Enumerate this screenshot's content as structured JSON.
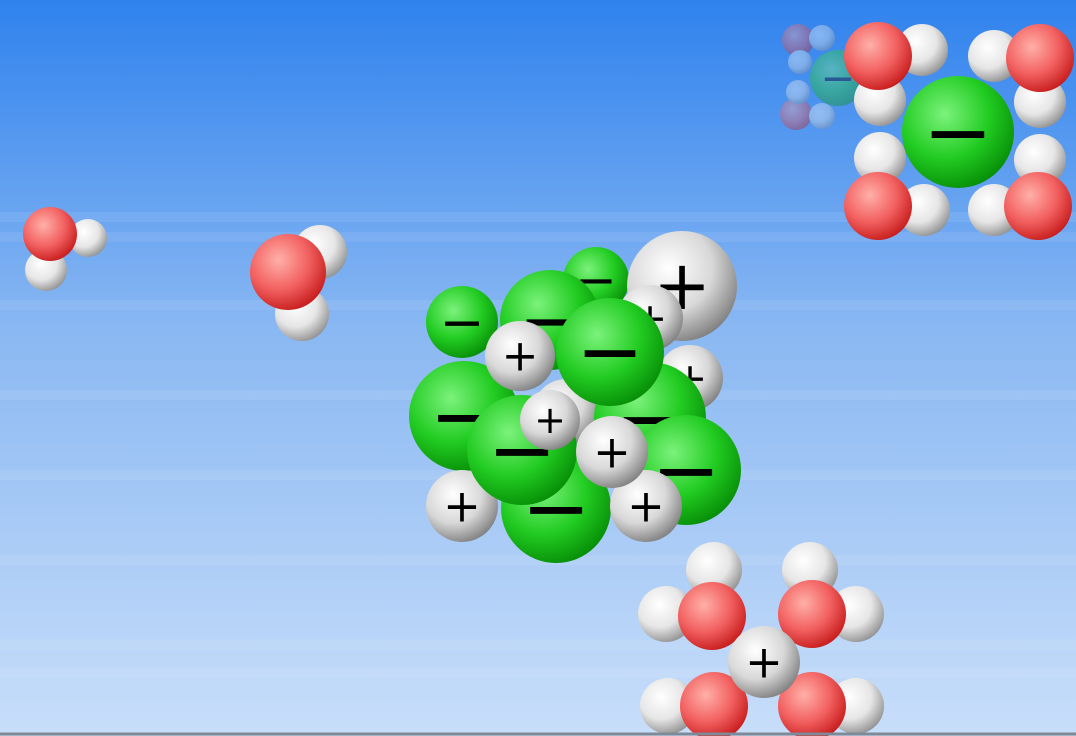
{
  "colors": {
    "sky_top": "#2f82ee",
    "sky_mid": "#8ab8f2",
    "sky_bottom": "#c8defa",
    "frame_border": "#7f8a96",
    "chloride": "#22cc22",
    "chloride_dark": "#058a05",
    "sodium": "#d8d8d8",
    "sodium_dark": "#7a7a7a",
    "oxygen": "#f26060",
    "oxygen_dark": "#c41818",
    "hydrogen": "#e6e6e6",
    "hydrogen_dark": "#8c8c8c",
    "sign": "#000000"
  },
  "symbols": {
    "chloride_sign": "−",
    "sodium_sign": "+"
  },
  "scene": {
    "crystal_ions": [
      {
        "kind": "cl",
        "name": "crystal-chloride-ion"
      },
      {
        "kind": "na",
        "name": "crystal-sodium-ion"
      },
      {
        "kind": "na",
        "name": "crystal-sodium-ion"
      },
      {
        "kind": "cl",
        "name": "crystal-chloride-ion"
      },
      {
        "kind": "na",
        "name": "crystal-sodium-ion"
      },
      {
        "kind": "cl",
        "name": "crystal-chloride-ion"
      },
      {
        "kind": "cl",
        "name": "crystal-chloride-ion"
      },
      {
        "kind": "na",
        "name": "crystal-sodium-ion"
      },
      {
        "kind": "cl",
        "name": "crystal-chloride-ion"
      },
      {
        "kind": "na",
        "name": "crystal-sodium-ion"
      },
      {
        "kind": "cl",
        "name": "crystal-chloride-ion"
      },
      {
        "kind": "cl",
        "name": "crystal-chloride-ion"
      },
      {
        "kind": "na",
        "name": "crystal-sodium-ion"
      },
      {
        "kind": "na",
        "name": "crystal-sodium-ion"
      },
      {
        "kind": "cl",
        "name": "crystal-chloride-ion"
      },
      {
        "kind": "cl",
        "name": "crystal-chloride-ion"
      },
      {
        "kind": "na",
        "name": "crystal-sodium-ion"
      },
      {
        "kind": "na",
        "name": "crystal-sodium-ion"
      }
    ],
    "hydrated_chloride": {
      "ion": "cl",
      "water_molecules": 4
    },
    "hydrated_sodium": {
      "ion": "na",
      "water_molecules": 4
    },
    "faded_hydrated_chloride": {
      "ion": "cl",
      "water_molecules": 2
    },
    "free_water_molecules": 2
  }
}
